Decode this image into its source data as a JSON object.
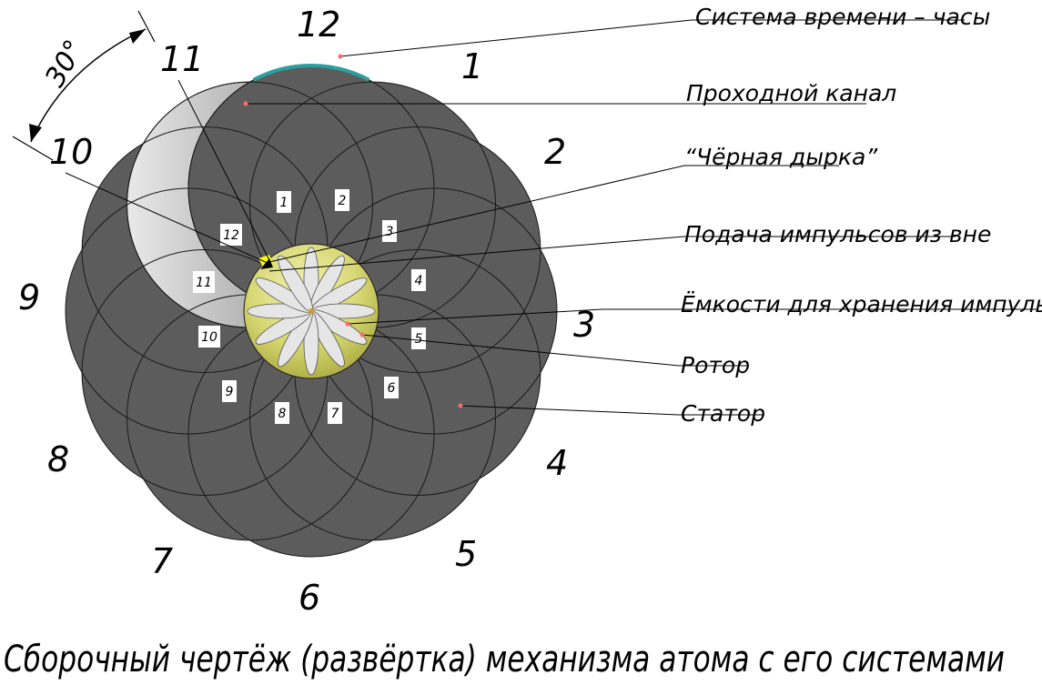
{
  "angle_label": "30°",
  "outer_numbers": [
    "1",
    "2",
    "3",
    "4",
    "5",
    "6",
    "7",
    "8",
    "9",
    "10",
    "11",
    "12"
  ],
  "inner_numbers": [
    "1",
    "2",
    "3",
    "4",
    "5",
    "6",
    "7",
    "8",
    "9",
    "10",
    "11",
    "12"
  ],
  "callouts": [
    "Система времени – часы",
    "Проходной канал",
    "“Чёрная дырка”",
    "Подача импульсов из вне",
    "Ёмкости для хранения импульсов",
    "Ротор",
    "Статор"
  ],
  "caption": "Сборочный чертёж (развёртка) механизма атома с его системами",
  "colors": {
    "stator": "#5c5c5c",
    "outline": "#1a1a1a",
    "rotor": "#d9d97a",
    "channel": "#cfcfcf",
    "clock_arc": "#2a9fa0",
    "marker": "#ff6a6a",
    "blackhole": "#000000",
    "spark": "#ffff00"
  }
}
